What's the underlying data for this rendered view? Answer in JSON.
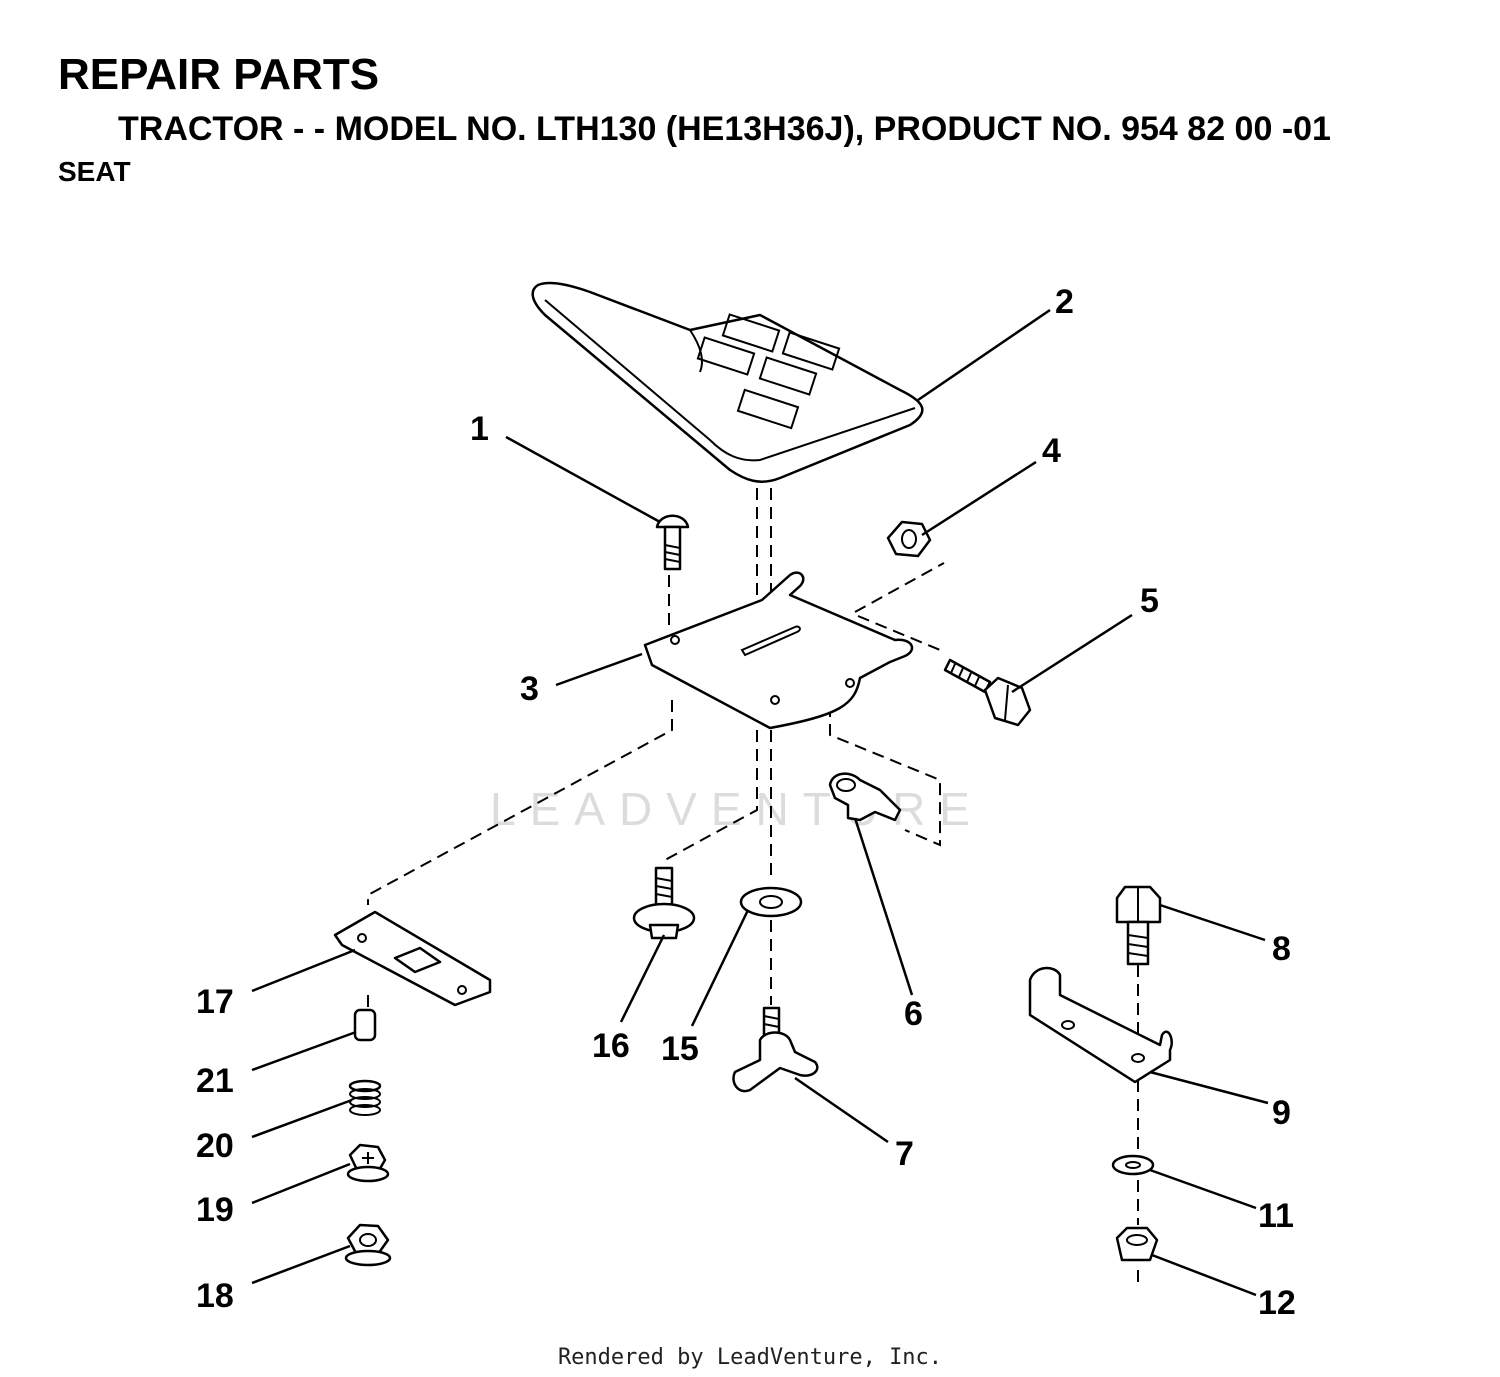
{
  "header": {
    "title": "REPAIR PARTS",
    "subtitle": "TRACTOR - - MODEL NO. LTH130 (HE13H36J),  PRODUCT NO. 954 82 00 -01",
    "section": "SEAT"
  },
  "callouts": [
    "1",
    "2",
    "3",
    "4",
    "5",
    "6",
    "7",
    "8",
    "9",
    "11",
    "12",
    "15",
    "16",
    "17",
    "18",
    "19",
    "20",
    "21"
  ],
  "watermark": "LEADVENTURE",
  "footer": "Rendered by LeadVenture, Inc."
}
